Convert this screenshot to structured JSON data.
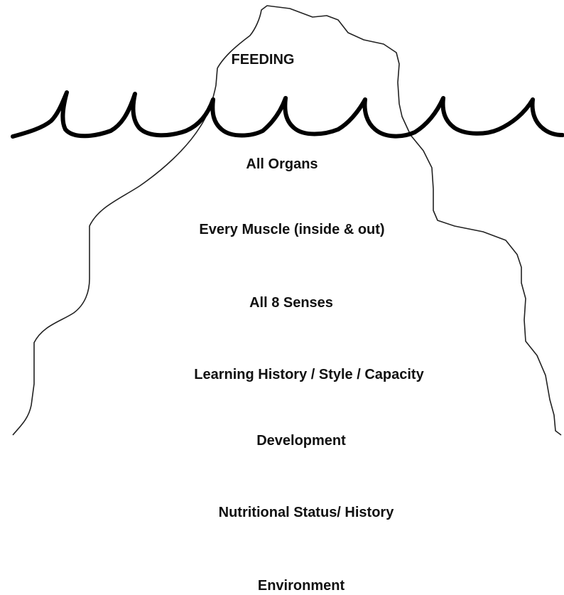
{
  "diagram": {
    "tip_label": "FEEDING",
    "hidden_labels": [
      "All Organs",
      "Every Muscle (inside & out)",
      "All 8 Senses",
      "Learning History / Style / Capacity",
      "Development",
      "Nutritional Status/ History",
      "Environment"
    ]
  },
  "colors": {
    "background": "#ffffff",
    "outline": "#222222",
    "waves": "#000000",
    "text": "#111111"
  }
}
